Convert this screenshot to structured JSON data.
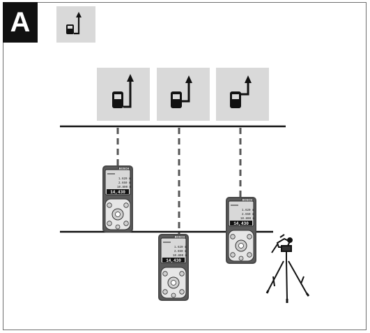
{
  "figure": {
    "label": "A",
    "mode_icon_name": "reference-rear-edge-icon",
    "mode_buttons": [
      {
        "icon": "reference-rear-edge-icon"
      },
      {
        "icon": "reference-rear-edge-icon"
      },
      {
        "icon": "reference-rear-edge-icon"
      }
    ],
    "devices": [
      {
        "brand": "BOSCH",
        "readings": [
          "1.620 m",
          "2.650 m",
          "10.800 m"
        ],
        "result": "14,430"
      },
      {
        "brand": "BOSCH",
        "readings": [
          "1.620 m",
          "2.650 m",
          "10.800 m"
        ],
        "result": "14,430"
      },
      {
        "brand": "BOSCH",
        "readings": [
          "1.620 m",
          "2.650 m",
          "10.800 m"
        ],
        "result": "14,430"
      }
    ],
    "colors": {
      "mode_box": "#d9d9d9",
      "label_bg": "#111111",
      "device_body": "#4a4a4a",
      "device_keypad": "#e6e6e6",
      "dashed_line": "#555555"
    }
  }
}
